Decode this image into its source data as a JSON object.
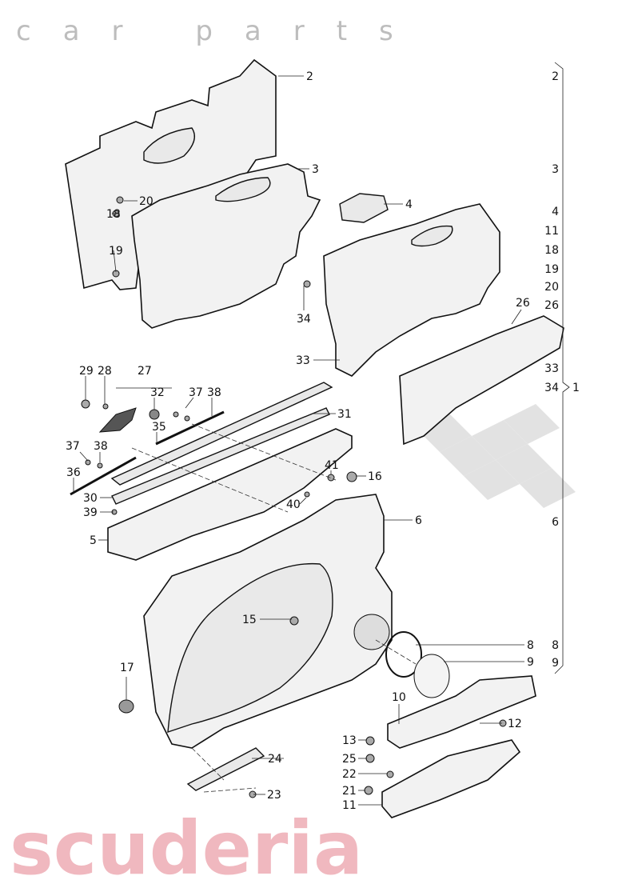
{
  "watermark": {
    "brand": "scuderia",
    "sub": "car parts",
    "color": "#f0b8bf"
  },
  "callouts": [
    "2",
    "3",
    "20",
    "18",
    "19",
    "4",
    "34",
    "33",
    "26",
    "29",
    "28",
    "27",
    "32",
    "37",
    "38",
    "31",
    "35",
    "37",
    "38",
    "36",
    "41",
    "16",
    "30",
    "40",
    "39",
    "6",
    "5",
    "15",
    "8",
    "9",
    "17",
    "10",
    "12",
    "13",
    "24",
    "25",
    "22",
    "23",
    "21",
    "11"
  ],
  "assembly_list": {
    "items": [
      "2",
      "3",
      "4",
      "11",
      "18",
      "19",
      "20",
      "26",
      "33",
      "34",
      "6",
      "8",
      "9"
    ],
    "group_label": "1"
  }
}
